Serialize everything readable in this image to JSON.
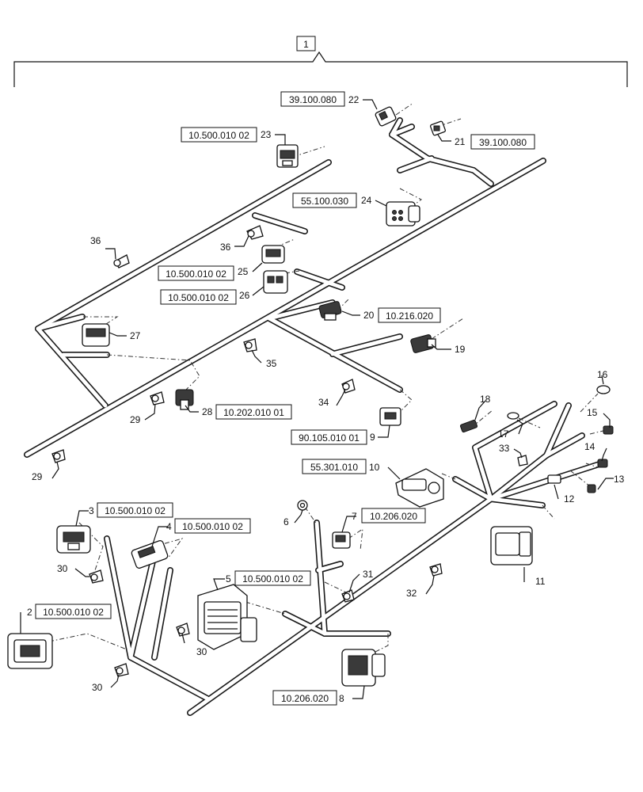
{
  "assembly": {
    "number": "1"
  },
  "callouts": [
    {
      "id": "n1",
      "text": "1"
    },
    {
      "id": "n2",
      "text": "2"
    },
    {
      "id": "n3",
      "text": "3"
    },
    {
      "id": "n4",
      "text": "4"
    },
    {
      "id": "n5",
      "text": "5"
    },
    {
      "id": "n6",
      "text": "6"
    },
    {
      "id": "n7",
      "text": "7"
    },
    {
      "id": "n8",
      "text": "8"
    },
    {
      "id": "n9",
      "text": "9"
    },
    {
      "id": "n10",
      "text": "10"
    },
    {
      "id": "n11",
      "text": "11"
    },
    {
      "id": "n12",
      "text": "12"
    },
    {
      "id": "n13",
      "text": "13"
    },
    {
      "id": "n14",
      "text": "14"
    },
    {
      "id": "n15",
      "text": "15"
    },
    {
      "id": "n16",
      "text": "16"
    },
    {
      "id": "n17",
      "text": "17"
    },
    {
      "id": "n18",
      "text": "18"
    },
    {
      "id": "n19",
      "text": "19"
    },
    {
      "id": "n20",
      "text": "20"
    },
    {
      "id": "n21",
      "text": "21"
    },
    {
      "id": "n22",
      "text": "22"
    },
    {
      "id": "n23",
      "text": "23"
    },
    {
      "id": "n24",
      "text": "24"
    },
    {
      "id": "n25",
      "text": "25"
    },
    {
      "id": "n26",
      "text": "26"
    },
    {
      "id": "n27",
      "text": "27"
    },
    {
      "id": "n28",
      "text": "28"
    },
    {
      "id": "n29a",
      "text": "29"
    },
    {
      "id": "n29b",
      "text": "29"
    },
    {
      "id": "n30a",
      "text": "30"
    },
    {
      "id": "n30b",
      "text": "30"
    },
    {
      "id": "n30c",
      "text": "30"
    },
    {
      "id": "n31",
      "text": "31"
    },
    {
      "id": "n32",
      "text": "32"
    },
    {
      "id": "n33",
      "text": "33"
    },
    {
      "id": "n34",
      "text": "34"
    },
    {
      "id": "n35",
      "text": "35"
    },
    {
      "id": "n36a",
      "text": "36"
    },
    {
      "id": "n36b",
      "text": "36"
    }
  ],
  "references": [
    {
      "id": "r22",
      "text": "39.100.080"
    },
    {
      "id": "r21",
      "text": "39.100.080"
    },
    {
      "id": "r23",
      "text": "10.500.010 02"
    },
    {
      "id": "r24",
      "text": "55.100.030"
    },
    {
      "id": "r25",
      "text": "10.500.010 02"
    },
    {
      "id": "r26",
      "text": "10.500.010 02"
    },
    {
      "id": "r20",
      "text": "10.216.020"
    },
    {
      "id": "r28",
      "text": "10.202.010 01"
    },
    {
      "id": "r9",
      "text": "90.105.010 01"
    },
    {
      "id": "r10",
      "text": "55.301.010"
    },
    {
      "id": "r3",
      "text": "10.500.010 02"
    },
    {
      "id": "r4",
      "text": "10.500.010 02"
    },
    {
      "id": "r7",
      "text": "10.206.020"
    },
    {
      "id": "r5",
      "text": "10.500.010 02"
    },
    {
      "id": "r2",
      "text": "10.500.010 02"
    },
    {
      "id": "r8",
      "text": "10.206.020"
    }
  ]
}
